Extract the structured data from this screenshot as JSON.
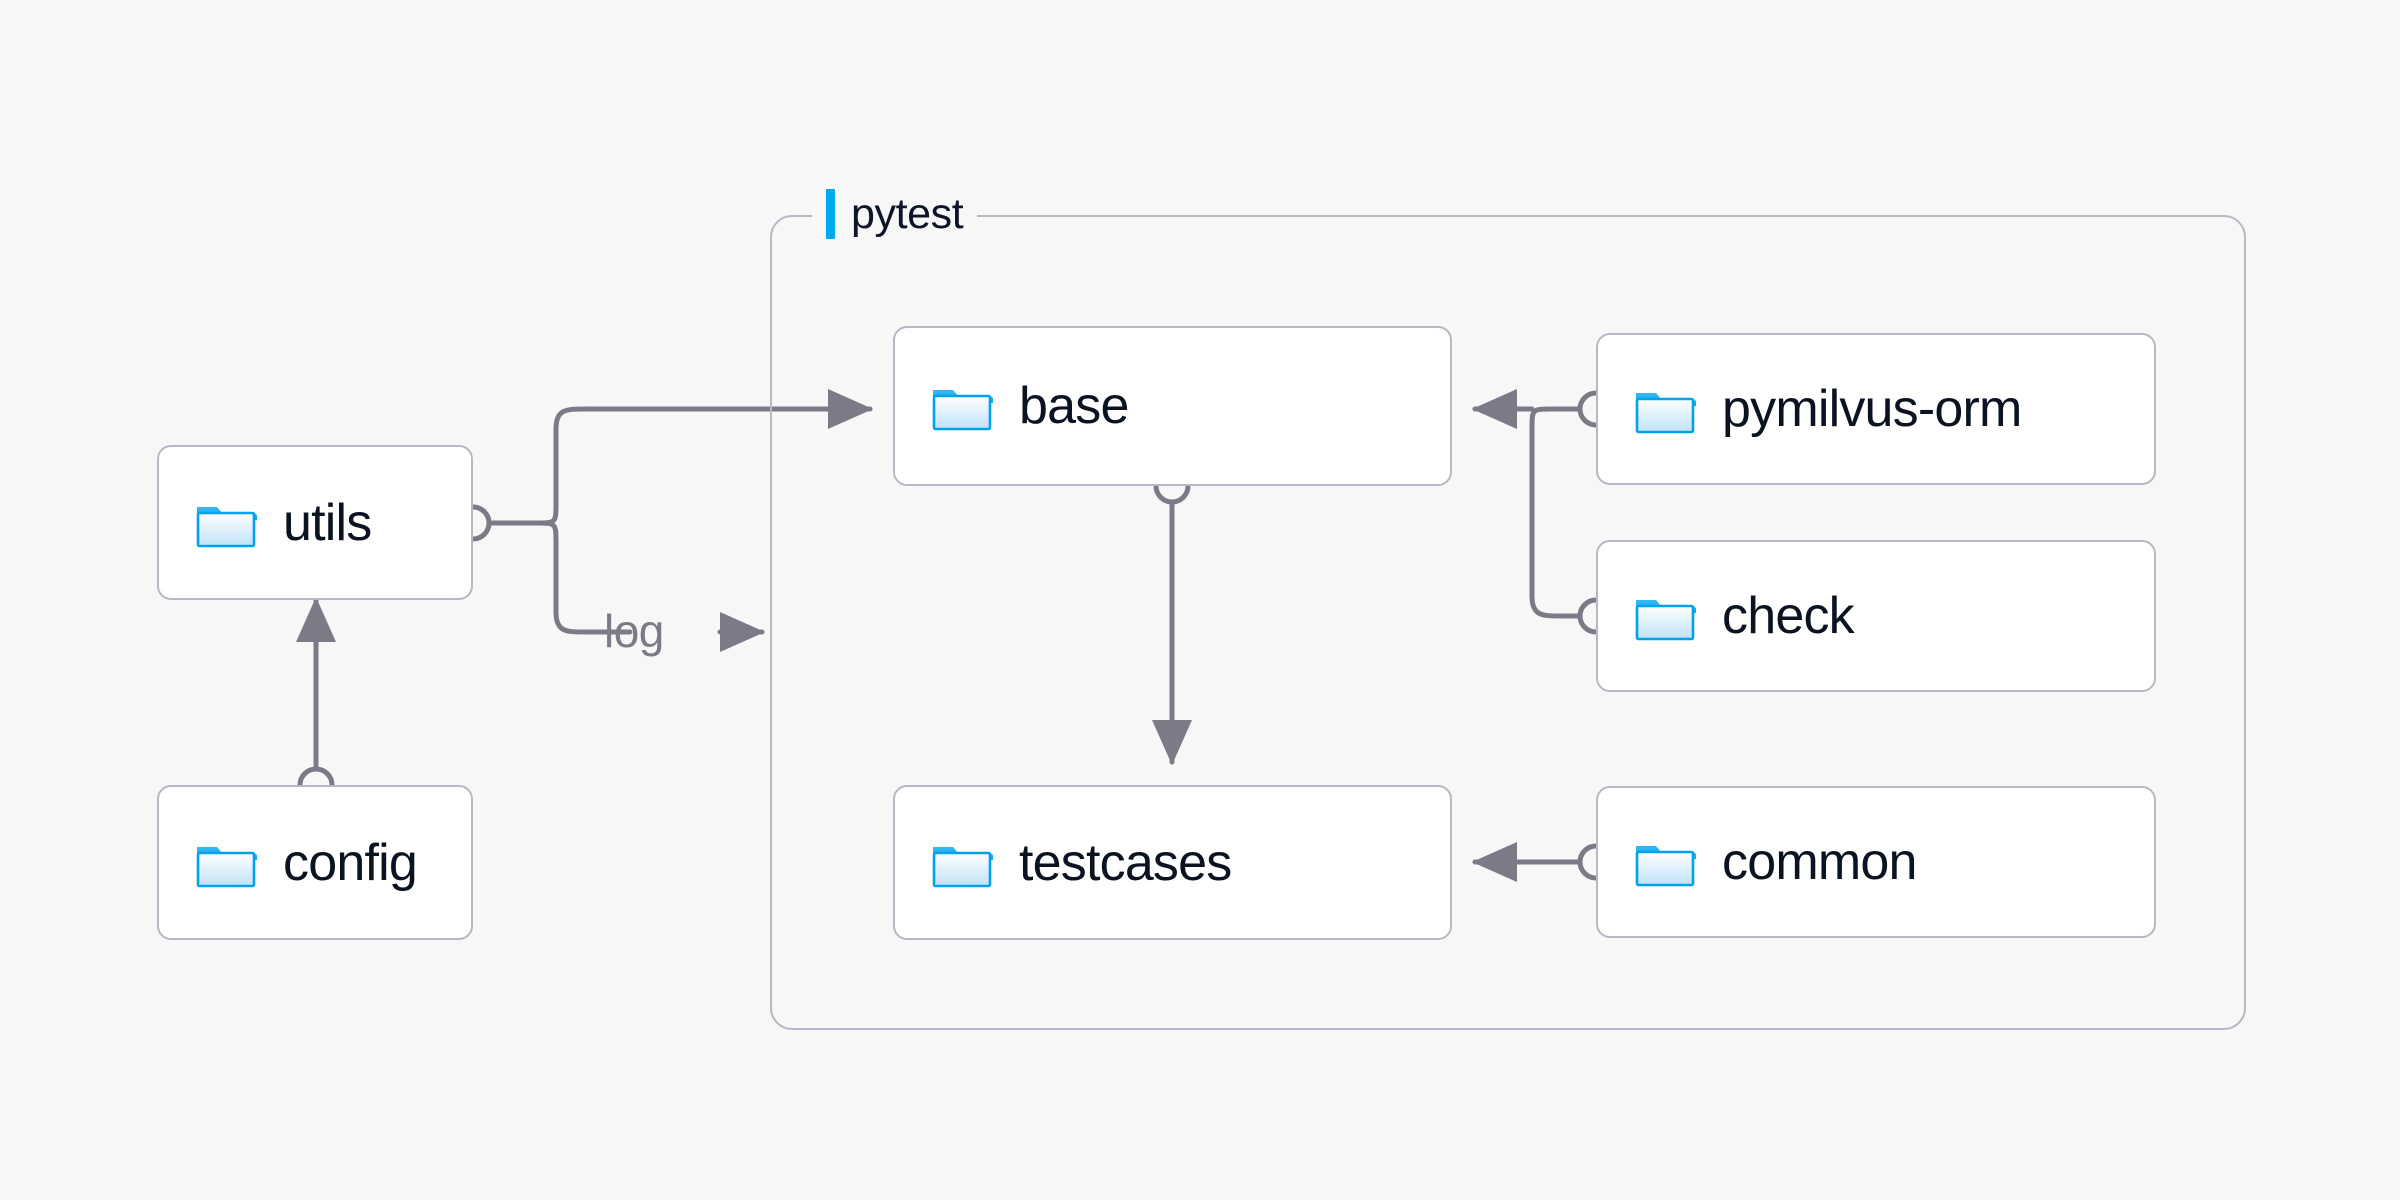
{
  "diagram": {
    "background_color": "#f7f7f7",
    "accent_color": "#00a8f0",
    "node_border_color": "#b8b8c4",
    "wire_color": "#7b7b88",
    "text_color": "#0b1220"
  },
  "group": {
    "label": "pytest",
    "marker_color": "#00a8f0"
  },
  "nodes": [
    {
      "id": "utils",
      "label": "utils",
      "icon": "folder-icon"
    },
    {
      "id": "config",
      "label": "config",
      "icon": "folder-icon"
    },
    {
      "id": "base",
      "label": "base",
      "icon": "folder-icon"
    },
    {
      "id": "testcases",
      "label": "testcases",
      "icon": "folder-icon"
    },
    {
      "id": "pymilvus-orm",
      "label": "pymilvus-orm",
      "icon": "folder-icon"
    },
    {
      "id": "check",
      "label": "check",
      "icon": "folder-icon"
    },
    {
      "id": "common",
      "label": "common",
      "icon": "folder-icon"
    }
  ],
  "edges": [
    {
      "id": "utils-base",
      "from": "utils",
      "to": "base",
      "label": ""
    },
    {
      "id": "utils-log",
      "from": "utils",
      "to": "pytest",
      "label": "log",
      "arrow_glyph": "→"
    },
    {
      "id": "config-utils",
      "from": "config",
      "to": "utils",
      "label": ""
    },
    {
      "id": "base-testcases",
      "from": "base",
      "to": "testcases",
      "label": ""
    },
    {
      "id": "pymilvus-orm-base",
      "from": "pymilvus-orm",
      "to": "base",
      "label": ""
    },
    {
      "id": "check-base",
      "from": "check",
      "to": "base",
      "label": ""
    },
    {
      "id": "common-testcases",
      "from": "common",
      "to": "testcases",
      "label": ""
    }
  ]
}
